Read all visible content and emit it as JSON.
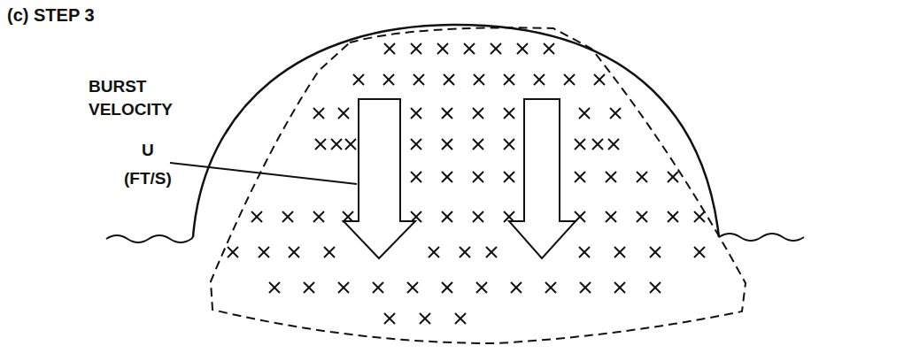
{
  "diagram": {
    "title": "(c) STEP 3",
    "labels": [
      "BURST",
      "VELOCITY",
      "U",
      "(FT/S)"
    ]
  }
}
